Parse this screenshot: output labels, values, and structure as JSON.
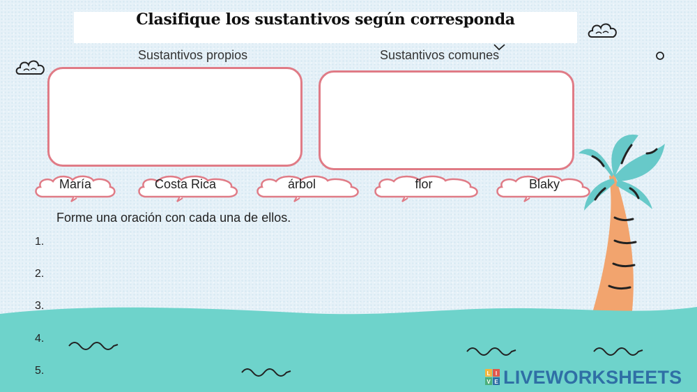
{
  "header": {
    "title": "Clasifique los sustantivos según corresponda"
  },
  "columns": [
    {
      "label": "Sustantivos propios"
    },
    {
      "label": "Sustantivos comunes"
    }
  ],
  "word_chips": [
    {
      "label": "María"
    },
    {
      "label": "Costa Rica"
    },
    {
      "label": "árbol"
    },
    {
      "label": "flor"
    },
    {
      "label": "Blaky"
    }
  ],
  "exercise": {
    "instruction": "Forme una oración con cada una de ellos.",
    "numbers": [
      "1.",
      "2.",
      "3.",
      "4.",
      "5."
    ]
  },
  "branding": {
    "logo_text": "LIVEWORKSHEETS",
    "logo_icon_letters": "LIVE"
  },
  "colors": {
    "box_border": "#e07b86",
    "sea": "#6ed3cb",
    "palm_trunk": "#f2a46e",
    "palm_leaves": "#67c9c9",
    "logo_blue": "#2f6fa5"
  },
  "icons": [
    "cloud-icon",
    "palm-tree-icon",
    "wave-icon",
    "circle-icon"
  ]
}
